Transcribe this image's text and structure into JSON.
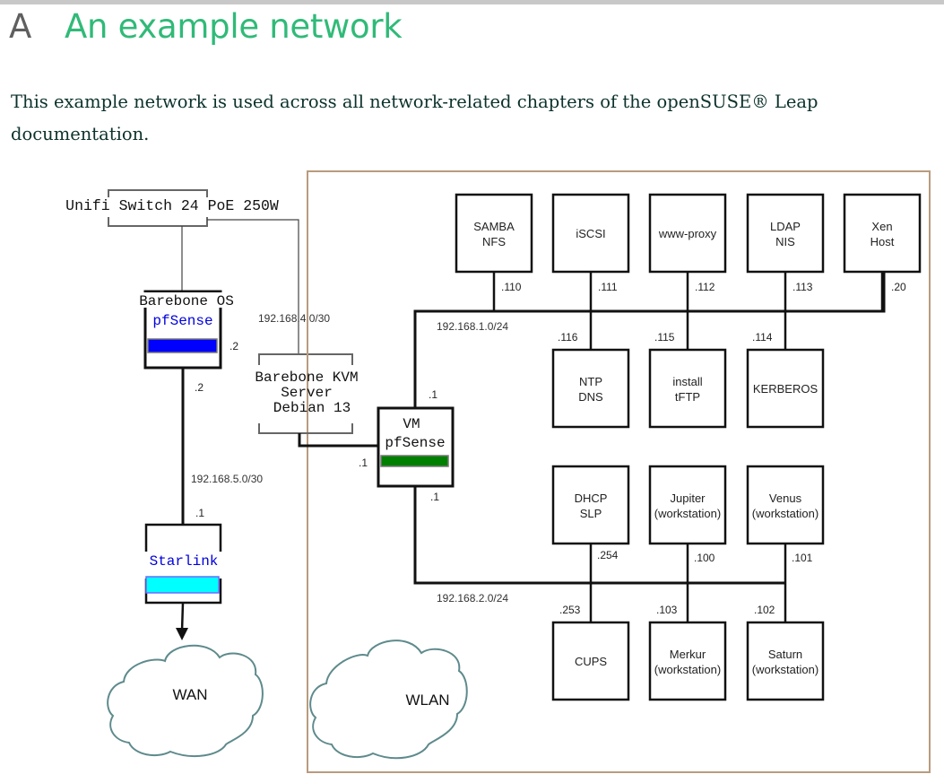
{
  "page": {
    "appendix_letter": "A",
    "title": "An example network",
    "intro": "This example network is used across all network-related chapters of the openSUSE® Leap documentation."
  },
  "colors": {
    "title_green": "#30ba78",
    "pfsense_bar_blue": "#0000ff",
    "vm_pfsense_bar_green": "#008000",
    "starlink_bar_cyan": "#00ffff",
    "vlan_box_border": "#b89b7d",
    "cloud_outline": "#5e8a8c",
    "device_label_blue": "#0000dd"
  },
  "diagram": {
    "switch": {
      "label": "Unifi Switch 24 PoE 250W"
    },
    "barebone_os": {
      "line1": "Barebone OS",
      "line2": "pfSense",
      "ip_right": ".2",
      "ip_below": ".2"
    },
    "kvm_server": {
      "line1": "Barebone KVM",
      "line2": "Server",
      "line3": "Debian 13",
      "ip": ".1"
    },
    "vm_pfsense": {
      "line1": "VM",
      "line2": "pfSense",
      "ip_top": ".1",
      "ip_bottom": ".1"
    },
    "starlink": {
      "label": "Starlink",
      "ip": ".1"
    },
    "subnets": {
      "kvm_link": "192.168.4.0/30",
      "wan_link": "192.168.5.0/30",
      "lan1": "192.168.1.0/24",
      "lan2": "192.168.2.0/24"
    },
    "clouds": {
      "wan": "WAN",
      "wlan": "WLAN"
    },
    "lan1_top_hosts": [
      {
        "line1": "SAMBA",
        "line2": "NFS",
        "ip": ".110"
      },
      {
        "line1": "iSCSI",
        "line2": "",
        "ip": ".111"
      },
      {
        "line1": "www-proxy",
        "line2": "",
        "ip": ".112"
      },
      {
        "line1": "LDAP",
        "line2": "NIS",
        "ip": ".113"
      },
      {
        "line1": "Xen",
        "line2": "Host",
        "ip": ".20"
      }
    ],
    "lan1_bottom_hosts": [
      {
        "line1": "NTP",
        "line2": "DNS",
        "ip": ".116"
      },
      {
        "line1": "install",
        "line2": "tFTP",
        "ip": ".115"
      },
      {
        "line1": "KERBEROS",
        "line2": "",
        "ip": ".114"
      }
    ],
    "lan2_top_hosts": [
      {
        "line1": "DHCP",
        "line2": "SLP",
        "ip": ".254"
      },
      {
        "line1": "Jupiter",
        "line2": "(workstation)",
        "ip": ".100"
      },
      {
        "line1": "Venus",
        "line2": "(workstation)",
        "ip": ".101"
      }
    ],
    "lan2_bottom_hosts": [
      {
        "line1": "CUPS",
        "line2": "",
        "ip": ".253"
      },
      {
        "line1": "Merkur",
        "line2": "(workstation)",
        "ip": ".103"
      },
      {
        "line1": "Saturn",
        "line2": "(workstation)",
        "ip": ".102"
      }
    ]
  }
}
